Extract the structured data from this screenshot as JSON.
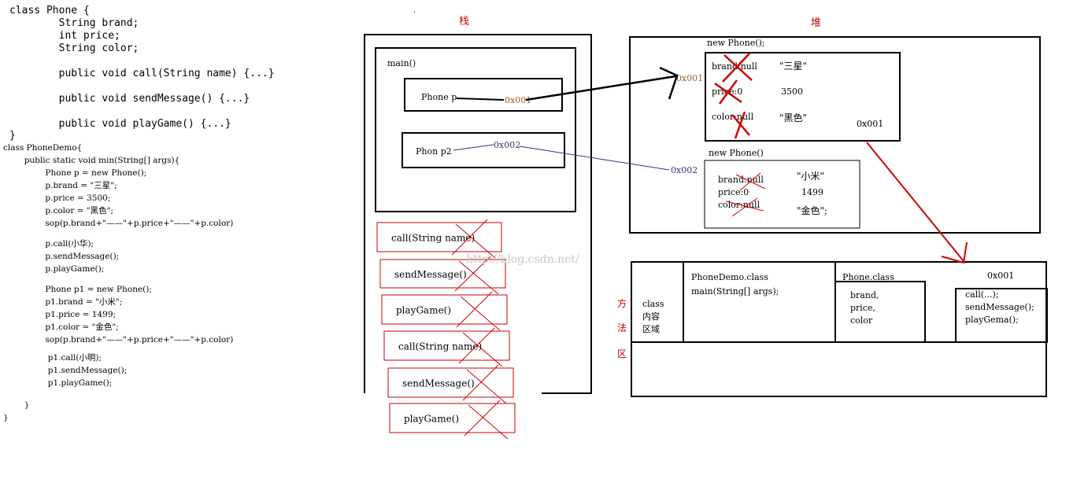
{
  "phone_class_code": [
    "class Phone {",
    "        String brand;",
    "        int price;",
    "        String color;",
    "",
    "        public void call(String name) {...}",
    "",
    "        public void sendMessage() {...}",
    "",
    "        public void playGame() {...}",
    "}"
  ],
  "demo_class_code": [
    "class PhoneDemo{",
    "        public static void min(String[] args){",
    "                Phone p = new Phone();",
    "                p.brand = \"三星\";",
    "                p.price = 3500;",
    "                p.color = \"黑色\";",
    "                sop(p.brand+\"——\"+p.price+\"——\"+p.color)",
    "",
    "                p.call(小华);",
    "                p.sendMessage();",
    "                p.playGame();",
    "",
    "                Phone p1 = new Phone();",
    "                p1.brand = \"小米\";",
    "                p1.price = 1499;",
    "                p1.color = \"金色\";",
    "                sop(p.brand+\"——\"+p.price+\"——\"+p.color)",
    "",
    "                 p1.call(小明);",
    "                 p1.sendMessage();",
    "                 p1.playGame();",
    "",
    "        }",
    "}"
  ],
  "stack": {
    "title": "栈",
    "main_frame": "main()",
    "var_p": "Phone p",
    "var_p_addr": "0x001",
    "var_p2": "Phon p2",
    "var_p2_addr": "0x002",
    "popped_frames": [
      "call(String name)",
      "sendMessage()",
      "playGame()",
      "call(String name)",
      "sendMessage()",
      "playGame()"
    ]
  },
  "heap": {
    "title": "堆",
    "obj1": {
      "header": "new Phone();",
      "incoming_addr": "0x001",
      "fields": [
        "brand:null",
        "price:0",
        "color:null"
      ],
      "values": [
        "\"三星\"",
        "3500",
        "\"黑色\""
      ],
      "addr": "0x001"
    },
    "obj2": {
      "header": "new Phone()",
      "incoming_addr": "0x002",
      "fields": [
        "brand:null",
        "price:0",
        "color:null"
      ],
      "values": [
        "\"小米\"",
        "1499",
        "\"金色\";"
      ]
    }
  },
  "method_area": {
    "title_chars": [
      "方",
      "法",
      "区"
    ],
    "class_region_label": [
      "class",
      "内容",
      "区域"
    ],
    "demo_class_name": "PhoneDemo.class",
    "demo_method": "main(String[] args);",
    "phone_class_name": "Phone.class",
    "phone_fields": [
      "brand,",
      "price,",
      "color"
    ],
    "methods_addr": "0x001",
    "phone_methods": [
      "call(...);",
      "sendMessage();",
      "playGema();"
    ]
  },
  "watermark": "http://blog.csdn.net/",
  "colors": {
    "ink": "#000000",
    "red": "#cc0000",
    "blue_line": "#33337a",
    "addr_brown": "#a0602a"
  }
}
